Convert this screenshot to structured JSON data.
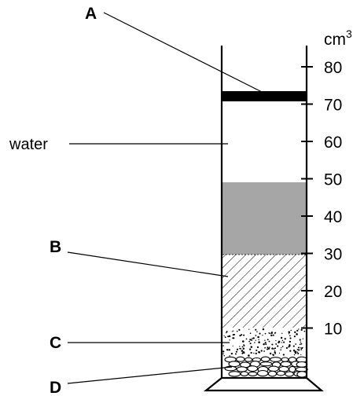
{
  "scale": {
    "unit": "cm",
    "unit_superscript": "3",
    "ticks": [
      {
        "value": 80,
        "label": "80"
      },
      {
        "value": 70,
        "label": "70"
      },
      {
        "value": 60,
        "label": "60"
      },
      {
        "value": 50,
        "label": "50"
      },
      {
        "value": 40,
        "label": "40"
      },
      {
        "value": 30,
        "label": "30"
      },
      {
        "value": 20,
        "label": "20"
      },
      {
        "value": 10,
        "label": "10"
      }
    ]
  },
  "labels": {
    "a": "A",
    "b": "B",
    "c": "C",
    "d": "D",
    "water": "water"
  },
  "colors": {
    "grey_layer": "#a6a6a6",
    "oil_layer": "#000000",
    "outline": "#000000"
  }
}
